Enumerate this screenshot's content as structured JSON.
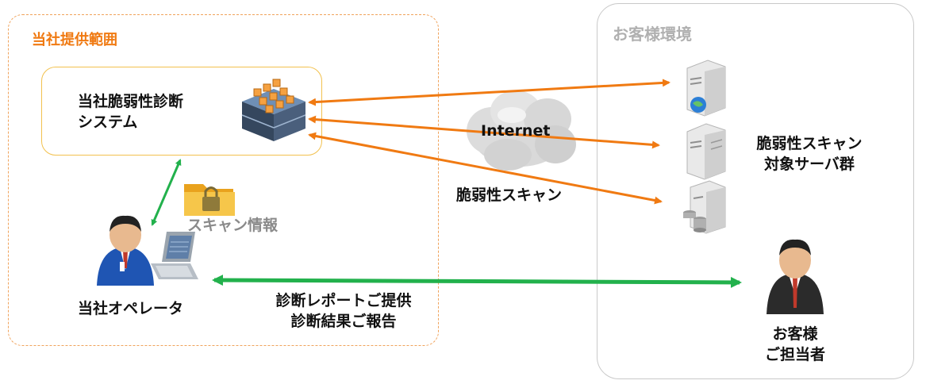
{
  "company_region": {
    "title": "当社提供範囲"
  },
  "client_region": {
    "title": "お客様環境"
  },
  "system": {
    "line1": "当社脆弱性診断",
    "line2": "システム"
  },
  "cloud": {
    "label": "Internet"
  },
  "labels": {
    "vuln_scan": "脆弱性スキャン",
    "scan_info": "スキャン情報",
    "operator": "当社オペレータ",
    "report_line1": "診断レポートご提供",
    "report_line2": "診断結果ご報告",
    "target_line1": "脆弱性スキャン",
    "target_line2": "対象サーバ群",
    "customer_line1": "お客様",
    "customer_line2": "ご担当者"
  },
  "colors": {
    "orange_arrow": "#f07a12",
    "green_arrow": "#22b14c"
  },
  "icons": {
    "scanner": "vulnerability-scanner-appliance-icon",
    "servers": [
      "web-server-icon",
      "server-icon",
      "database-server-icon"
    ],
    "folder": "locked-folder-icon",
    "operator": "operator-person-icon",
    "laptop": "laptop-icon",
    "customer": "customer-person-icon",
    "cloud": "internet-cloud-icon"
  }
}
